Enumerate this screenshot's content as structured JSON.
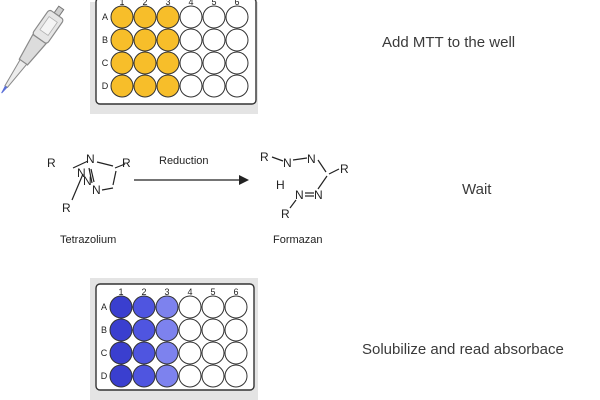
{
  "steps": [
    {
      "label": "Add MTT to the well"
    },
    {
      "label": "Wait"
    },
    {
      "label": "Solubilize and read absorbace"
    }
  ],
  "plate": {
    "columns": [
      "1",
      "2",
      "3",
      "4",
      "5",
      "6"
    ],
    "rows": [
      "A",
      "B",
      "C",
      "D"
    ]
  },
  "reaction": {
    "arrow_label": "Reduction",
    "reactant_name": "Tetrazolium",
    "product_name": "Formazan",
    "atoms": {
      "R": "R",
      "N": "N",
      "H": "H"
    }
  },
  "colors": {
    "mtt_yellow": "#f7be2a",
    "formazan_dark": "#3a3fcf",
    "formazan_mid": "#4f55e0",
    "formazan_light": "#7d82ee",
    "empty_well": "#ffffff",
    "plate_frame": "#333333",
    "plate_bg": "#e4e4e4"
  },
  "icons": [
    "pipette-icon",
    "well-plate-icon",
    "reaction-arrow-icon"
  ]
}
